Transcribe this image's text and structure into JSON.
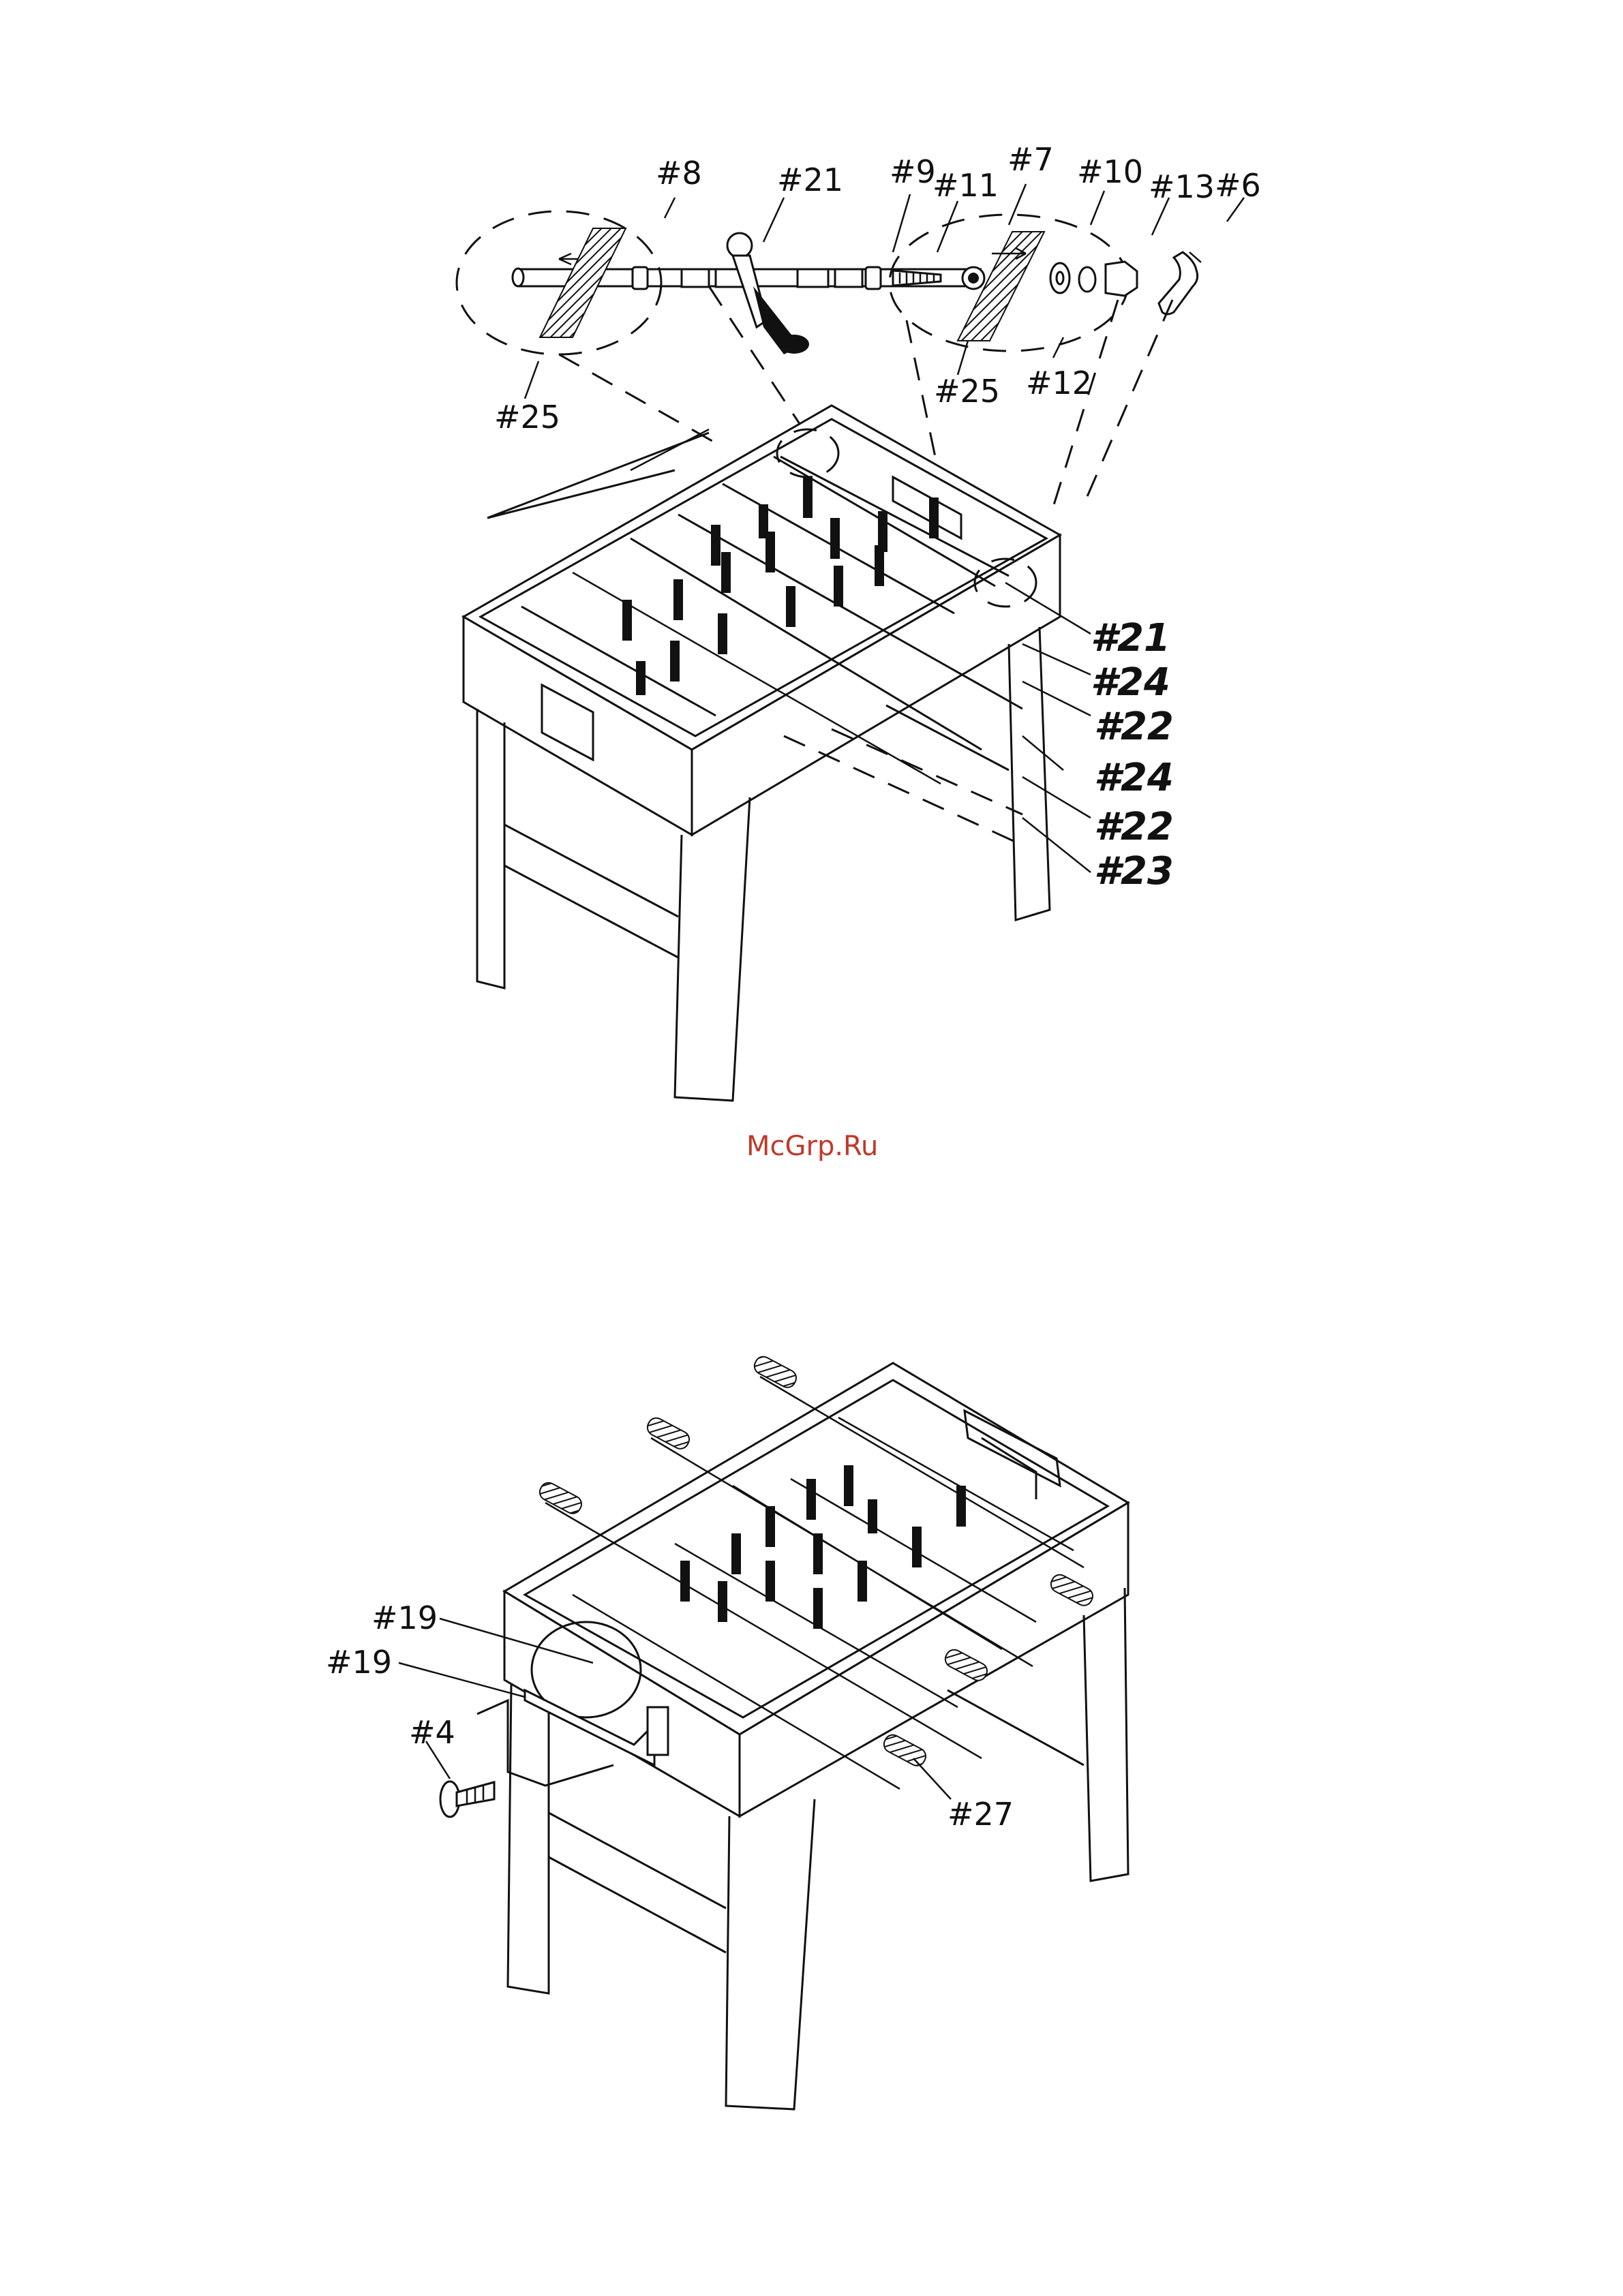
{
  "figure_top": {
    "labels": {
      "p8": "#8",
      "p21_top": "#21",
      "p9": "#9",
      "p11": "#11",
      "p7": "#7",
      "p10": "#10",
      "p13": "#13",
      "p6": "#6",
      "p25_left": "#25",
      "p25_right": "#25",
      "p12": "#12"
    },
    "callouts": [
      "#21",
      "#24",
      "#22",
      "#24",
      "#22",
      "#23"
    ]
  },
  "watermark": "McGrp.Ru",
  "figure_bottom": {
    "labels": {
      "p19_a": "#19",
      "p19_b": "#19",
      "p4": "#4",
      "p27": "#27"
    }
  }
}
